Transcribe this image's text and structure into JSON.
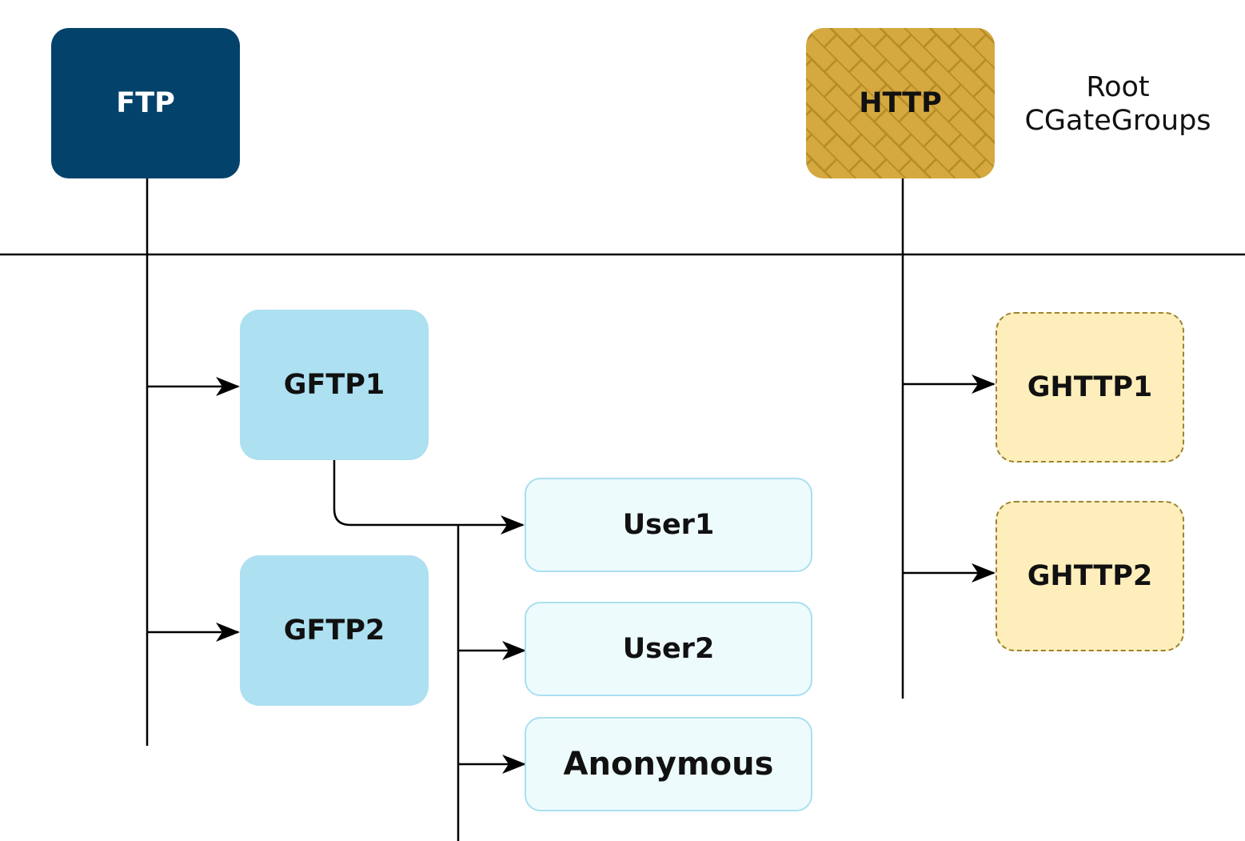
{
  "diagram": {
    "nodes": {
      "ftp": "FTP",
      "http": "HTTP",
      "gftp1": "GFTP1",
      "gftp2": "GFTP2",
      "user1": "User1",
      "user2": "User2",
      "anonymous": "Anonymous",
      "ghttp1": "GHTTP1",
      "ghttp2": "GHTTP2"
    },
    "root_label": {
      "line1": "Root",
      "line2": "CGateGroups"
    },
    "edges": [
      {
        "from": "FTP",
        "to": "GFTP1"
      },
      {
        "from": "FTP",
        "to": "GFTP2"
      },
      {
        "from": "GFTP1",
        "to": "User1"
      },
      {
        "from": "GFTP1",
        "to": "User2"
      },
      {
        "from": "GFTP1",
        "to": "Anonymous"
      },
      {
        "from": "HTTP",
        "to": "GHTTP1"
      },
      {
        "from": "HTTP",
        "to": "GHTTP2"
      }
    ]
  },
  "colors": {
    "ftp_fill": "#02426b",
    "http_fill": "#d5a93f",
    "gftp_fill": "#ade0f0",
    "user_fill": "#eefbfd",
    "ghttp_fill": "#fdeebc",
    "line": "#000000"
  }
}
